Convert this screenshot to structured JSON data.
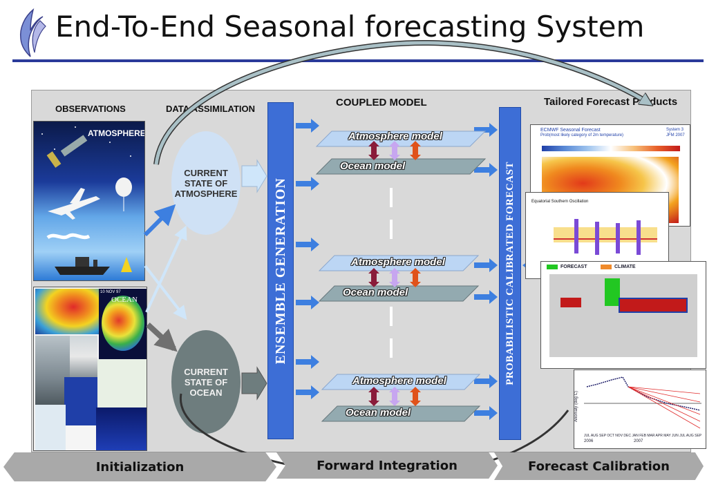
{
  "header": {
    "title": "End-To-End Seasonal forecasting System"
  },
  "columns": {
    "observations": "OBSERVATIONS",
    "data_assimilation": "DATA ASSIMILATION",
    "coupled_model": "COUPLED MODEL",
    "tailored_forecast": "Tailored Forecast Products"
  },
  "observations": {
    "atmosphere_label": "ATMOSPHERE",
    "ocean_label": "OCEAN",
    "ocean_date": "10 NOV 97"
  },
  "assimilation": {
    "atmosphere_state": "CURRENT STATE OF ATMOSPHERE",
    "ocean_state": "CURRENT STATE OF OCEAN"
  },
  "ensemble_bar": "ENSEMBLE GENERATION",
  "calibration_bar": "PROBABILISTIC CALIBRATED FORECAST",
  "models": [
    {
      "atmosphere": "Atmosphere model",
      "ocean": "Ocean model"
    },
    {
      "atmosphere": "Atmosphere model",
      "ocean": "Ocean model"
    },
    {
      "atmosphere": "Atmosphere model",
      "ocean": "Ocean model"
    }
  ],
  "products": {
    "map_title": "ECMWF Seasonal Forecast",
    "map_subtitle": "Prob(most likely category of 2m temperature)",
    "map_system": "System 3",
    "map_period": "JFM 2007",
    "plume_title": "Equatorial Southern Oscillation",
    "bar_map_legend_forecast": "FORECAST",
    "bar_map_legend_climate": "CLIMATE",
    "anomaly_ylabel": "Anomaly (deg C)",
    "anomaly_months": "JUL AUG SEP OCT NOV DEC JAN FEB MAR APR MAY JUN JUL AUG SEP",
    "anomaly_year_a": "2006",
    "anomaly_year_b": "2007"
  },
  "tabs": {
    "initialization": "Initialization",
    "forward_integration": "Forward Integration",
    "forecast_calibration": "Forecast Calibration"
  },
  "colors": {
    "accent_blue": "#3d6ed6",
    "header_rule": "#2a3a9a",
    "panel_grey": "#d9d9d9"
  }
}
